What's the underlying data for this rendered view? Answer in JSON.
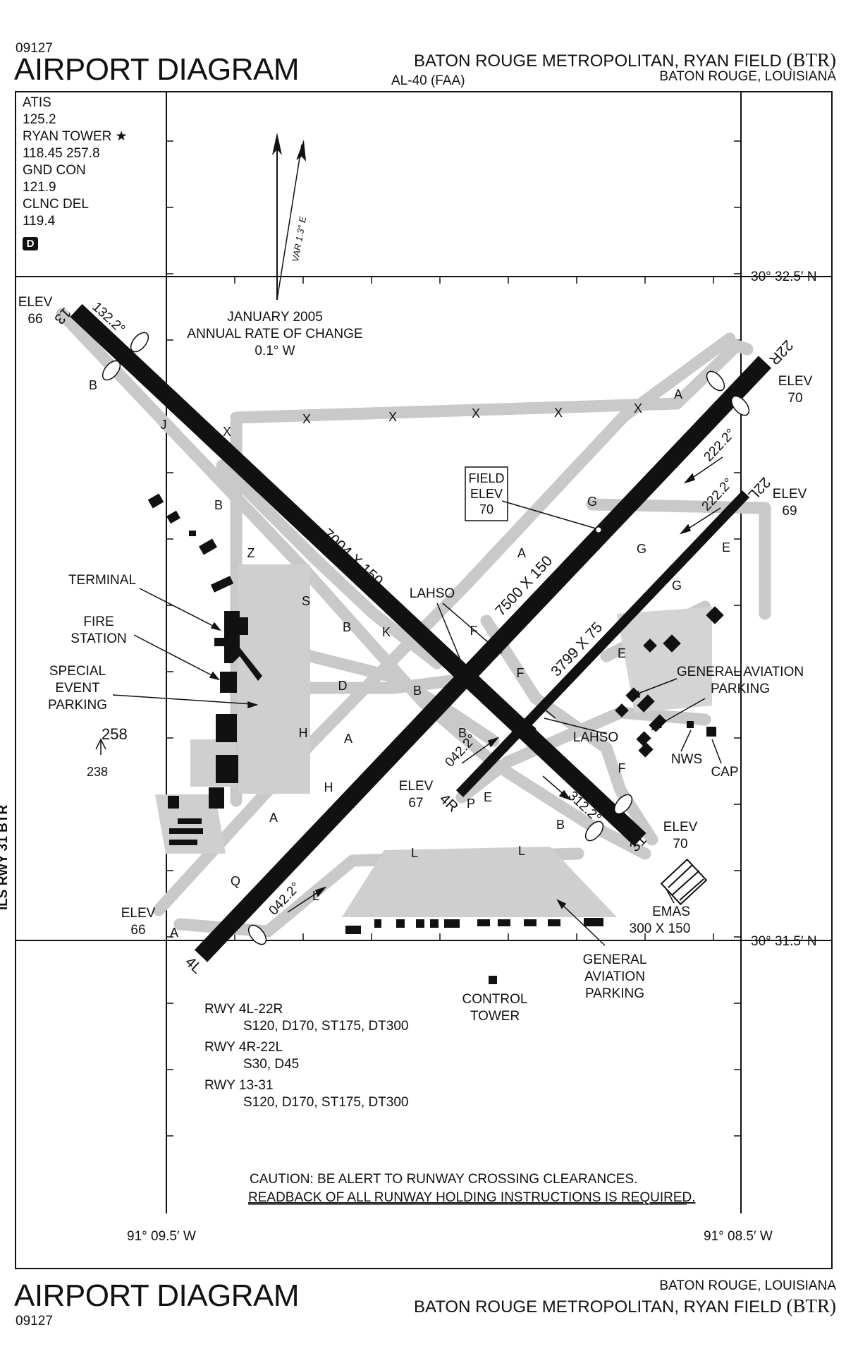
{
  "header": {
    "chart_code": "09127",
    "title": "AIRPORT DIAGRAM",
    "airport_name": "BATON ROUGE METROPOLITAN, RYAN FIELD",
    "airport_ident": "(BTR)",
    "chart_id": "AL-40 (FAA)",
    "city": "BATON ROUGE, LOUISIANA"
  },
  "footer": {
    "title": "AIRPORT DIAGRAM",
    "chart_code": "09127",
    "city": "BATON ROUGE, LOUISIANA",
    "airport_name": "BATON ROUGE METROPOLITAN, RYAN FIELD",
    "airport_ident": "(BTR)"
  },
  "frequencies": {
    "atis_label": "ATIS",
    "atis": "125.2",
    "tower_label": "RYAN TOWER ★",
    "tower": "118.45  257.8",
    "ground_label": "GND CON",
    "ground": "121.9",
    "clearance_label": "CLNC DEL",
    "clearance": "119.4",
    "badge": "D"
  },
  "side_text": "ILS RWY 31  BTR",
  "north_arrow": {
    "variation": "VAR 1.3° E",
    "date": "JANUARY 2005",
    "rate_label": "ANNUAL RATE OF CHANGE",
    "rate": "0.1° W"
  },
  "coordinates": {
    "lat_top": "30° 32.5′ N",
    "lat_bottom": "30° 31.5′ N",
    "lon_left": "91° 09.5′ W",
    "lon_right": "91° 08.5′ W"
  },
  "runways": {
    "r13": "13",
    "r31": "31",
    "r22r": "22R",
    "r22l": "22L",
    "r4l": "4L",
    "r4r": "4R",
    "dim_13_31": "7004 X 150",
    "dim_4l_22r": "7500 X 150",
    "dim_4r_22l": "3799 X 75",
    "hdg_132": "132.2°",
    "hdg_312": "312.2°",
    "hdg_222a": "222.2°",
    "hdg_222b": "222.2°",
    "hdg_042a": "042.2°",
    "hdg_042b": "042.2°"
  },
  "elevations": {
    "elev_label": "ELEV",
    "e13": "66",
    "e22r": "70",
    "e22l": "69",
    "e4r": "67",
    "e31": "70",
    "e4l": "66",
    "field_label_1": "FIELD",
    "field_label_2": "ELEV",
    "field": "70"
  },
  "taxiways": {
    "B": "B",
    "J": "J",
    "X": "X",
    "Z": "Z",
    "S": "S",
    "K": "K",
    "D": "D",
    "H": "H",
    "A": "A",
    "Q": "Q",
    "L": "L",
    "G": "G",
    "E": "E",
    "F": "F",
    "P": "P"
  },
  "labels": {
    "terminal": "TERMINAL",
    "fire_1": "FIRE",
    "fire_2": "STATION",
    "special_1": "SPECIAL",
    "special_2": "EVENT",
    "special_3": "PARKING",
    "lahso": "LAHSO",
    "ga_parking_1": "GENERAL AVIATION",
    "ga_parking_2": "PARKING",
    "ga2_1": "GENERAL",
    "ga2_2": "AVIATION",
    "ga2_3": "PARKING",
    "nws": "NWS",
    "cap": "CAP",
    "emas": "EMAS",
    "emas_dim": "300 X 150",
    "tower_1": "CONTROL",
    "tower_2": "TOWER",
    "obstacle_top": "258",
    "obstacle_bottom": "238"
  },
  "runway_data": [
    {
      "rwy": "RWY  4L-22R",
      "strength": "S120, D170, ST175, DT300"
    },
    {
      "rwy": "RWY  4R-22L",
      "strength": "S30, D45"
    },
    {
      "rwy": "RWY  13-31",
      "strength": "S120, D170, ST175, DT300"
    }
  ],
  "caution": {
    "line1": "CAUTION:  BE ALERT TO RUNWAY CROSSING CLEARANCES.",
    "line2": "READBACK OF ALL RUNWAY HOLDING INSTRUCTIONS IS REQUIRED."
  }
}
